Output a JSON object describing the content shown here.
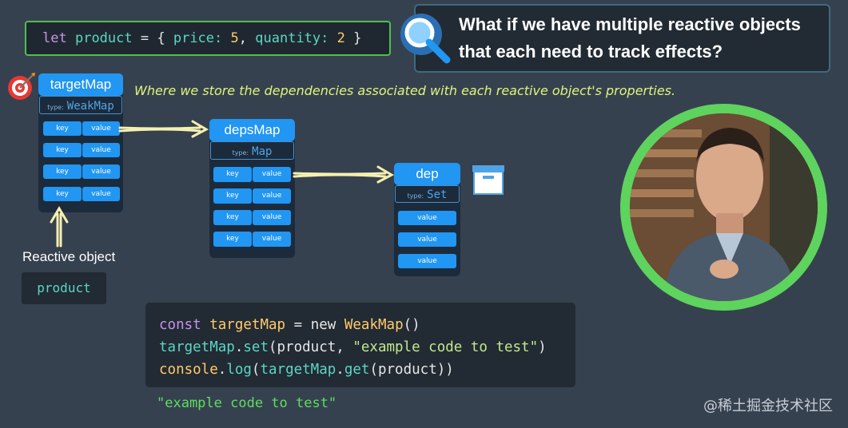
{
  "top_code": {
    "kw": "let",
    "name": "product",
    "eq": "= {",
    "k1": "price:",
    "v1": "5",
    "comma": ",",
    "k2": "quantity:",
    "v2": "2",
    "close": "}"
  },
  "question": "What if we have multiple reactive objects that each need to track effects?",
  "description": "Where we store the dependencies associated with each reactive object's properties.",
  "target_map": {
    "title": "targetMap",
    "type_label": "type:",
    "type_value": "WeakMap",
    "rows": [
      {
        "key": "key",
        "value": "value"
      },
      {
        "key": "key",
        "value": "value"
      },
      {
        "key": "key",
        "value": "value"
      },
      {
        "key": "key",
        "value": "value"
      }
    ]
  },
  "deps_map": {
    "title": "depsMap",
    "type_label": "type:",
    "type_value": "Map",
    "rows": [
      {
        "key": "key",
        "value": "value"
      },
      {
        "key": "key",
        "value": "value"
      },
      {
        "key": "key",
        "value": "value"
      },
      {
        "key": "key",
        "value": "value"
      }
    ]
  },
  "dep": {
    "title": "dep",
    "type_label": "type:",
    "type_value": "Set",
    "rows": [
      {
        "value": "value"
      },
      {
        "value": "value"
      },
      {
        "value": "value"
      }
    ]
  },
  "reactive": {
    "label": "Reactive object",
    "name": "product"
  },
  "code": {
    "l1_kw": "const",
    "l1_var": "targetMap",
    "l1_eq": "=",
    "l1_new": "new",
    "l1_cls": "WeakMap",
    "l1_paren": "()",
    "l2_obj": "targetMap",
    "l2_dot": ".",
    "l2_fn": "set",
    "l2_open": "(product, ",
    "l2_str": "\"example code to test\"",
    "l2_close": ")",
    "l3_obj": "console",
    "l3_dot": ".",
    "l3_fn": "log",
    "l3_open": "(",
    "l3_obj2": "targetMap",
    "l3_dot2": ".",
    "l3_fn2": "get",
    "l3_close": "(product))"
  },
  "result": "\"example code to test\"",
  "watermark": "@稀土掘金技术社区",
  "colors": {
    "background": "#36414f",
    "block": "#1c2b3c",
    "accent_blue": "#2196f3",
    "arrow": "#f5f0b0",
    "green_border": "#5ed35e"
  },
  "icons": {
    "magnifier": "magnifier-icon",
    "target": "target-icon",
    "box": "archive-box-icon"
  }
}
